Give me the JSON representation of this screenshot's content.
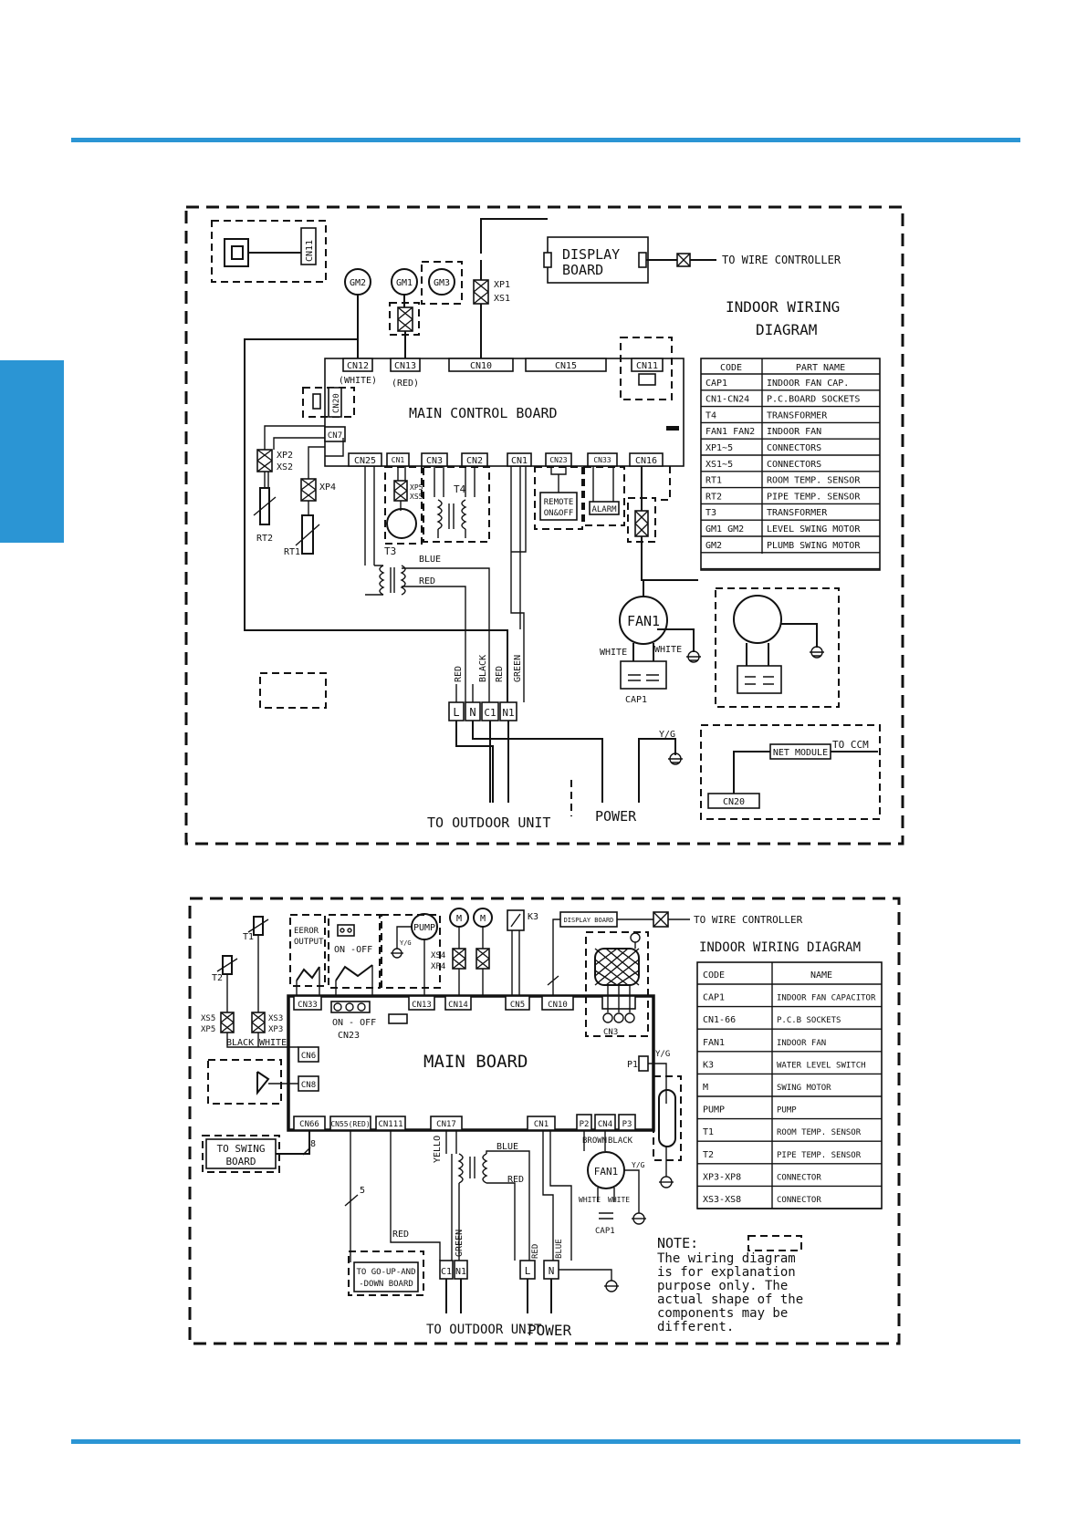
{
  "diagram1": {
    "title_line1": "INDOOR  WIRING",
    "title_line2": "DIAGRAM",
    "board_label": "MAIN CONTROL BOARD",
    "display_board": [
      "DISPLAY",
      "BOARD"
    ],
    "to_wire_controller": "TO WIRE CONTROLLER",
    "to_outdoor_unit": "TO OUTDOOR UNIT",
    "power": "POWER",
    "to_ccm": "TO CCM",
    "net_module": "NET MODULE",
    "connectors": {
      "cn11_top": "CN11",
      "cn12": "CN12",
      "cn12_note": "(WHITE)",
      "cn13": "CN13",
      "cn13_note": "(RED)",
      "cn10": "CN10",
      "cn15": "CN15",
      "cn11": "CN11",
      "cn20": "CN20",
      "cn7": "CN7",
      "cn25": "CN25",
      "cn1a": "CN1",
      "cn3": "CN3",
      "cn2": "CN2",
      "cn1b": "CN1",
      "cn23": "CN23",
      "cn33": "CN33",
      "cn16": "CN16",
      "cn20b": "CN20"
    },
    "parts": {
      "gm2": "GM2",
      "gm1": "GM1",
      "gm3": "GM3",
      "xp1": "XP1",
      "xs1": "XS1",
      "xp2": "XP2",
      "xs2": "XS2",
      "xp4": "XP4",
      "xp5": "XP5",
      "xs5": "XS5",
      "rt2": "RT2",
      "rt1": "RT1",
      "t3": "T3",
      "t4": "T4",
      "remote": [
        "REMOTE",
        "ON&OFF"
      ],
      "alarm": "ALARM",
      "fan1": "FAN1",
      "cap1": "CAP1",
      "yg": "Y/G"
    },
    "wires": {
      "blue": "BLUE",
      "red": "RED",
      "white1": "WHITE",
      "white2": "WHITE",
      "v_red1": "RED",
      "v_black": "BLACK",
      "v_red2": "RED",
      "v_green": "GREEN"
    },
    "terminals": [
      "L",
      "N",
      "C1",
      "N1"
    ],
    "table_header": {
      "code": "CODE",
      "name": "PART NAME"
    },
    "table_rows": [
      [
        "CAP1",
        "INDOOR FAN CAP."
      ],
      [
        "CN1-CN24",
        "P.C.BOARD SOCKETS"
      ],
      [
        "T4",
        "TRANSFORMER"
      ],
      [
        "FAN1 FAN2",
        "INDOOR FAN"
      ],
      [
        "XP1~5",
        "CONNECTORS"
      ],
      [
        "XS1~5",
        "CONNECTORS"
      ],
      [
        "RT1",
        "ROOM TEMP. SENSOR"
      ],
      [
        "RT2",
        "PIPE TEMP. SENSOR"
      ],
      [
        "T3",
        "TRANSFORMER"
      ],
      [
        "GM1 GM2",
        "LEVEL SWING MOTOR"
      ],
      [
        "GM2",
        "PLUMB SWING MOTOR"
      ],
      [
        "",
        ""
      ]
    ]
  },
  "diagram2": {
    "title": "INDOOR WIRING DIAGRAM",
    "board_label": "MAIN  BOARD",
    "display_board": "DISPLAY BOARD",
    "to_wire_controller": "TO WIRE CONTROLLER",
    "to_outdoor_unit": "TO OUTDOOR UNIT",
    "power": "POWER",
    "error_output": [
      "EEROR",
      "OUTPUT"
    ],
    "on_off_top": "ON -OFF",
    "on_off_bottom": "ON - OFF",
    "to_swing_board": [
      "TO SWING",
      "BOARD"
    ],
    "to_go_up": [
      "TO GO-UP-AND",
      "-DOWN BOARD"
    ],
    "connectors": {
      "cn33": "CN33",
      "cn23": "CN23",
      "cn13": "CN13",
      "cn14": "CN14",
      "cn5": "CN5",
      "cn10": "CN10",
      "cn3": "CN3",
      "cn6": "CN6",
      "cn8": "CN8",
      "cn66": "CN66",
      "cn55": "CN55(RED)",
      "cn111": "CN111",
      "cn17": "CN17",
      "cn1": "CN1",
      "p2": "P2",
      "cn4": "CN4",
      "p3": "P3",
      "p1": "P1"
    },
    "parts": {
      "t1": "T1",
      "t2": "T2",
      "xs5": "XS5",
      "xp5": "XP5",
      "xs3": "XS3",
      "xp3": "XP3",
      "xs4": "XS4",
      "xp4": "XP4",
      "pump": "PUMP",
      "m": "M",
      "k3": "K3",
      "yg": "Y/G",
      "fan1": "FAN1",
      "cap1": "CAP1",
      "n8": "8",
      "n5": "5"
    },
    "wires": {
      "black": "BLACK",
      "white": "WHITE",
      "yello": "YELLO",
      "blue": "BLUE",
      "red1": "RED",
      "red2": "RED",
      "green": "GREEN",
      "brown": "BROWN",
      "black2": "BLACK",
      "white_a": "WHITE",
      "white_b": "WHITE",
      "v_red": "RED",
      "v_blue": "BLUE"
    },
    "terminals": [
      "C1",
      "N1",
      "L",
      "N"
    ],
    "table_header": {
      "code": "CODE",
      "name": "NAME"
    },
    "table_rows": [
      [
        "CAP1",
        "INDOOR FAN CAPACITOR"
      ],
      [
        "CN1-66",
        "P.C.B  SOCKETS"
      ],
      [
        "FAN1",
        "INDOOR FAN"
      ],
      [
        "K3",
        "WATER LEVEL SWITCH"
      ],
      [
        "M",
        "SWING MOTOR"
      ],
      [
        "PUMP",
        "PUMP"
      ],
      [
        "T1",
        "ROOM TEMP.  SENSOR"
      ],
      [
        "T2",
        "PIPE TEMP.  SENSOR"
      ],
      [
        "XP3-XP8",
        "CONNECTOR"
      ],
      [
        "XS3-XS8",
        "CONNECTOR"
      ]
    ],
    "note_label": "NOTE:",
    "note_lines": [
      "The wiring diagram",
      "is for explanation",
      "purpose only. The",
      "actual shape of the",
      "components may be",
      "different."
    ]
  }
}
